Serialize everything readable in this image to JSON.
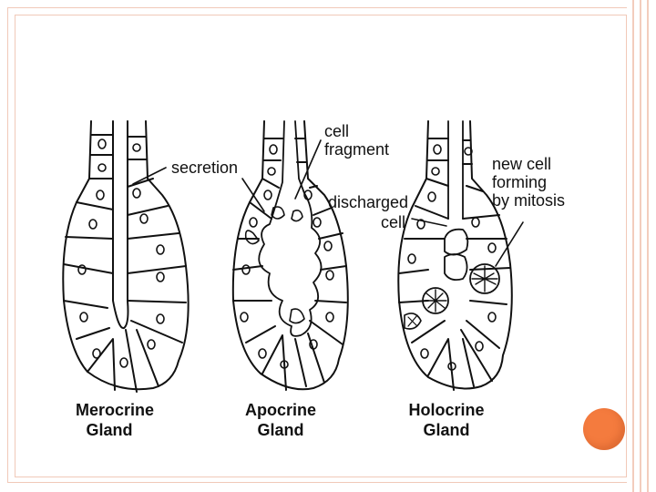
{
  "labels": {
    "secretion": "secretion",
    "cell_fragment_1": "cell",
    "cell_fragment_2": "fragment",
    "discharged_1": "discharged",
    "discharged_2": "cell",
    "new_cell_1": "new cell",
    "new_cell_2": "forming",
    "new_cell_3": "by mitosis"
  },
  "glands": [
    {
      "line1": "Merocrine",
      "line2": "Gland"
    },
    {
      "line1": "Apocrine",
      "line2": "Gland"
    },
    {
      "line1": "Holocrine",
      "line2": "Gland"
    }
  ],
  "colors": {
    "accent": "#f47b3e",
    "frame": "#f1c9b8"
  }
}
